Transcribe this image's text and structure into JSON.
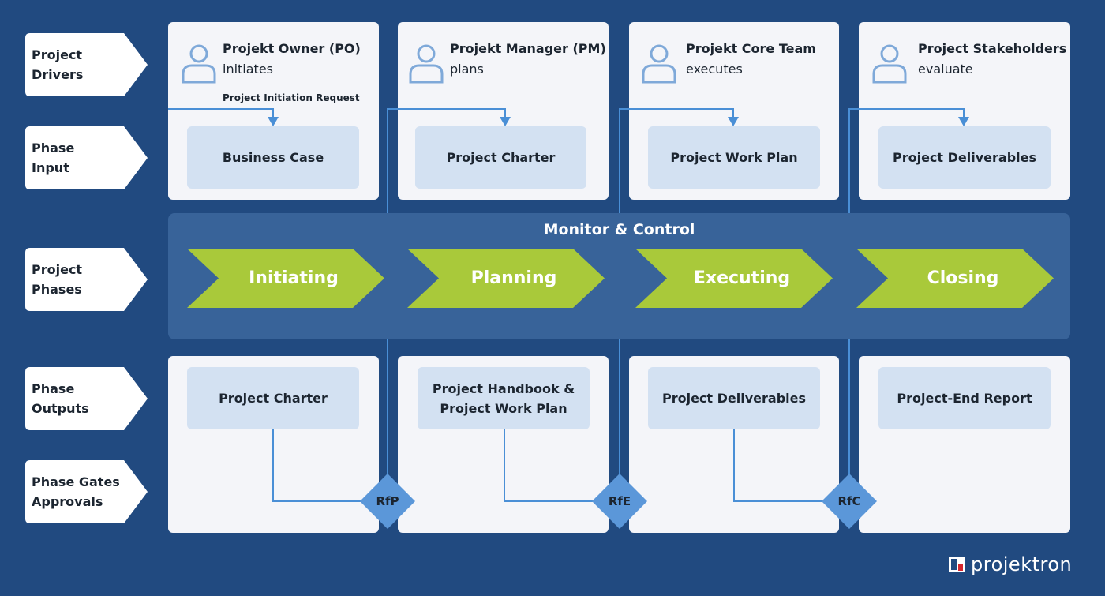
{
  "rows": [
    {
      "label": "Project\nDrivers"
    },
    {
      "label": "Phase\nInput"
    },
    {
      "label": "Project\nPhases"
    },
    {
      "label": "Phase\nOutputs"
    },
    {
      "label": "Phase Gates\nApprovals"
    }
  ],
  "roles": [
    {
      "name": "Projekt Owner (PO)",
      "verb": "initiates",
      "icon": "person-icon"
    },
    {
      "name": "Projekt Manager (PM)",
      "verb": "plans",
      "icon": "person-icon"
    },
    {
      "name": "Projekt Core Team",
      "verb": "executes",
      "icon": "person-icon"
    },
    {
      "name": "Project Stakeholders",
      "verb": "evaluate",
      "icon": "person-icon"
    }
  ],
  "initiation_note": "Project Initiation Request",
  "inputs": [
    "Business Case",
    "Project Charter",
    "Project Work Plan",
    "Project Deliverables"
  ],
  "monitor_title": "Monitor & Control",
  "phases": [
    "Initiating",
    "Planning",
    "Executing",
    "Closing"
  ],
  "outputs": [
    "Project Charter",
    "Project Handbook &\nProject Work Plan",
    "Project Deliverables",
    "Project-End Report"
  ],
  "gates": [
    "RfP",
    "RfE",
    "RfC"
  ],
  "logo": {
    "name": "projektron"
  },
  "colors": {
    "background": "#214a80",
    "panel": "#f4f5f9",
    "doc_box": "#d3e1f2",
    "monitor": "#386399",
    "phase_arrow": "#a9c93a",
    "connector": "#4a8fd6",
    "gate": "#5b97d9"
  }
}
